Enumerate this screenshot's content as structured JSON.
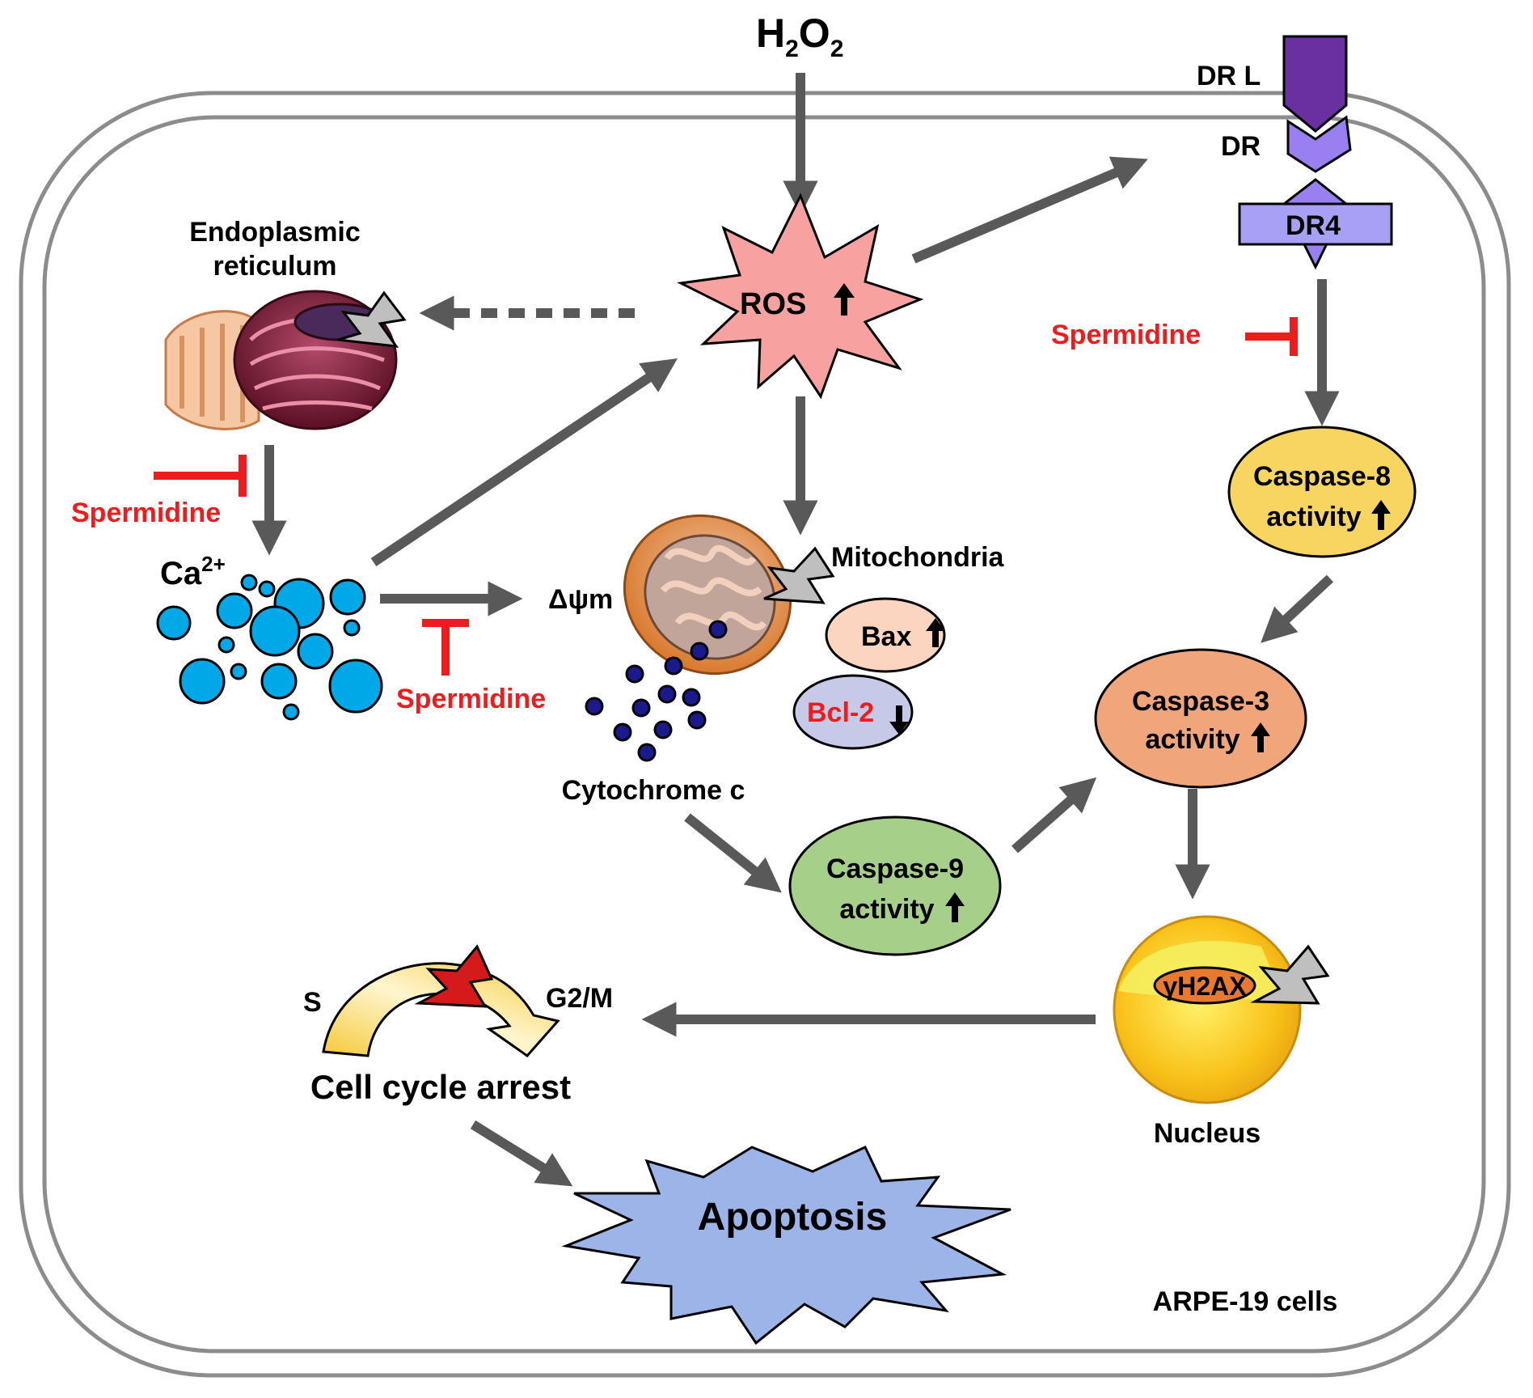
{
  "colors": {
    "arrow": "#595959",
    "inhibition": "#ee1c1c",
    "ros_fill": "#f7a1a1",
    "apoptosis_fill": "#9db4e8",
    "calcium": "#00a8e8",
    "cytochrome": "#1a1a8c",
    "caspase8": "#f8d560",
    "caspase3": "#f0a57a",
    "caspase9": "#a6cf8a",
    "bax": "#fbd5c0",
    "bcl2": "#c7c9e8",
    "receptor_dark": "#6a2fa0",
    "receptor_light": "#9a7ff0",
    "dr4": "#a8a0f5"
  },
  "labels": {
    "h2o2_main": "H",
    "h2o2_sub1": "2",
    "h2o2_mid": "O",
    "h2o2_sub2": "2",
    "drl": "DR L",
    "dr": "DR",
    "dr4": "DR4",
    "er_line1": "Endoplasmic",
    "er_line2": "reticulum",
    "ros": "ROS",
    "spermidine": "Spermidine",
    "ca_main": "Ca",
    "ca_sup": "2+",
    "dpsi": "Δψm",
    "mitochondria": "Mitochondria",
    "bax": "Bax",
    "bcl2": "Bcl-2",
    "cytochrome": "Cytochrome c",
    "casp8_line1": "Caspase-8",
    "casp8_line2": "activity",
    "casp3_line1": "Caspase-3",
    "casp3_line2": "activity",
    "casp9_line1": "Caspase-9",
    "casp9_line2": "activity",
    "gh2ax": "γH2AX",
    "nucleus": "Nucleus",
    "s_phase": "S",
    "g2m": "G2/M",
    "cell_cycle": "Cell cycle arrest",
    "apoptosis": "Apoptosis",
    "cell_type": "ARPE-19 cells"
  }
}
